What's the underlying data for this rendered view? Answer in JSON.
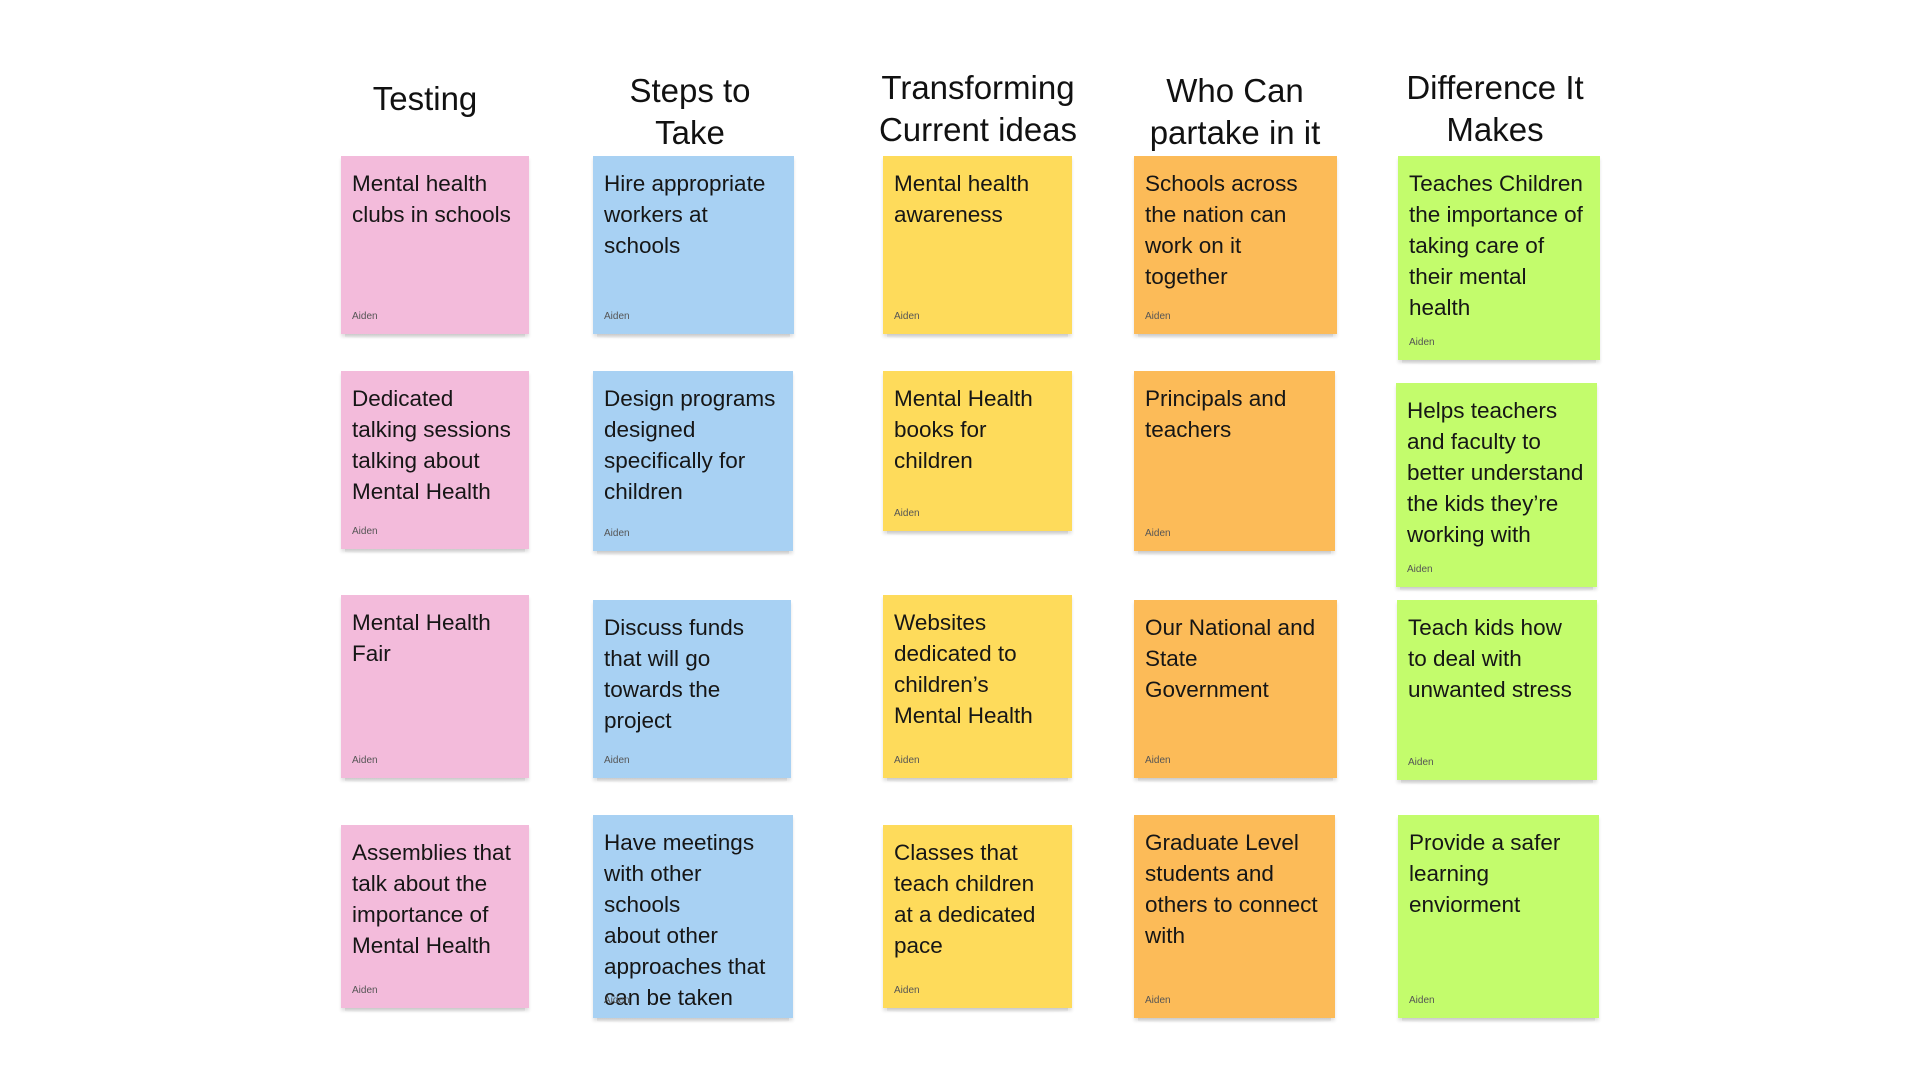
{
  "columns": [
    {
      "title": "Testing"
    },
    {
      "title": "Steps to\nTake"
    },
    {
      "title": "Transforming\nCurrent ideas"
    },
    {
      "title": "Who Can\npartake in it"
    },
    {
      "title": "Difference It\nMakes"
    }
  ],
  "notes": {
    "testing": [
      {
        "text": "Mental health\nclubs in schools",
        "author": "Aiden"
      },
      {
        "text": "Dedicated\ntalking sessions\ntalking about\nMental Health",
        "author": "Aiden"
      },
      {
        "text": "Mental Health\nFair",
        "author": "Aiden"
      },
      {
        "text": "Assemblies that\ntalk about the\nimportance of\nMental Health",
        "author": "Aiden"
      }
    ],
    "steps": [
      {
        "text": "Hire appropriate\nworkers at\nschools",
        "author": "Aiden"
      },
      {
        "text": "Design programs\ndesigned\nspecifically for\nchildren",
        "author": "Aiden"
      },
      {
        "text": "Discuss funds\nthat will go\ntowards the\nproject",
        "author": "Aiden"
      },
      {
        "text": "Have meetings\nwith other schools\nabout other\napproaches that\ncan be taken",
        "author": "Aiden"
      }
    ],
    "transforming": [
      {
        "text": "Mental health\nawareness",
        "author": "Aiden"
      },
      {
        "text": "Mental Health\nbooks for\nchildren",
        "author": "Aiden"
      },
      {
        "text": "Websites\ndedicated to\nchildren’s\nMental Health",
        "author": "Aiden"
      },
      {
        "text": "Classes that\nteach children\nat a dedicated\npace",
        "author": "Aiden"
      }
    ],
    "who": [
      {
        "text": "Schools across\nthe nation can\nwork on it\ntogether",
        "author": "Aiden"
      },
      {
        "text": "Principals and\nteachers",
        "author": "Aiden"
      },
      {
        "text": "Our National and\nState Government",
        "author": "Aiden"
      },
      {
        "text": "Graduate Level\nstudents and\nothers to connect\nwith",
        "author": "Aiden"
      }
    ],
    "difference": [
      {
        "text": "Teaches Children\nthe importance of\ntaking care of\ntheir mental\nhealth",
        "author": "Aiden"
      },
      {
        "text": "Helps teachers\nand faculty to\nbetter understand\nthe kids they’re\nworking with",
        "author": "Aiden"
      },
      {
        "text": "Teach kids how\nto deal with\nunwanted stress",
        "author": "Aiden"
      },
      {
        "text": "Provide a safer\nlearning\nenviorment",
        "author": "Aiden"
      }
    ]
  },
  "colors": {
    "pink": "#f3bbdb",
    "blue": "#a8d1f3",
    "yellow": "#fedb5b",
    "orange": "#fcbb58",
    "green": "#c3fc6c"
  }
}
